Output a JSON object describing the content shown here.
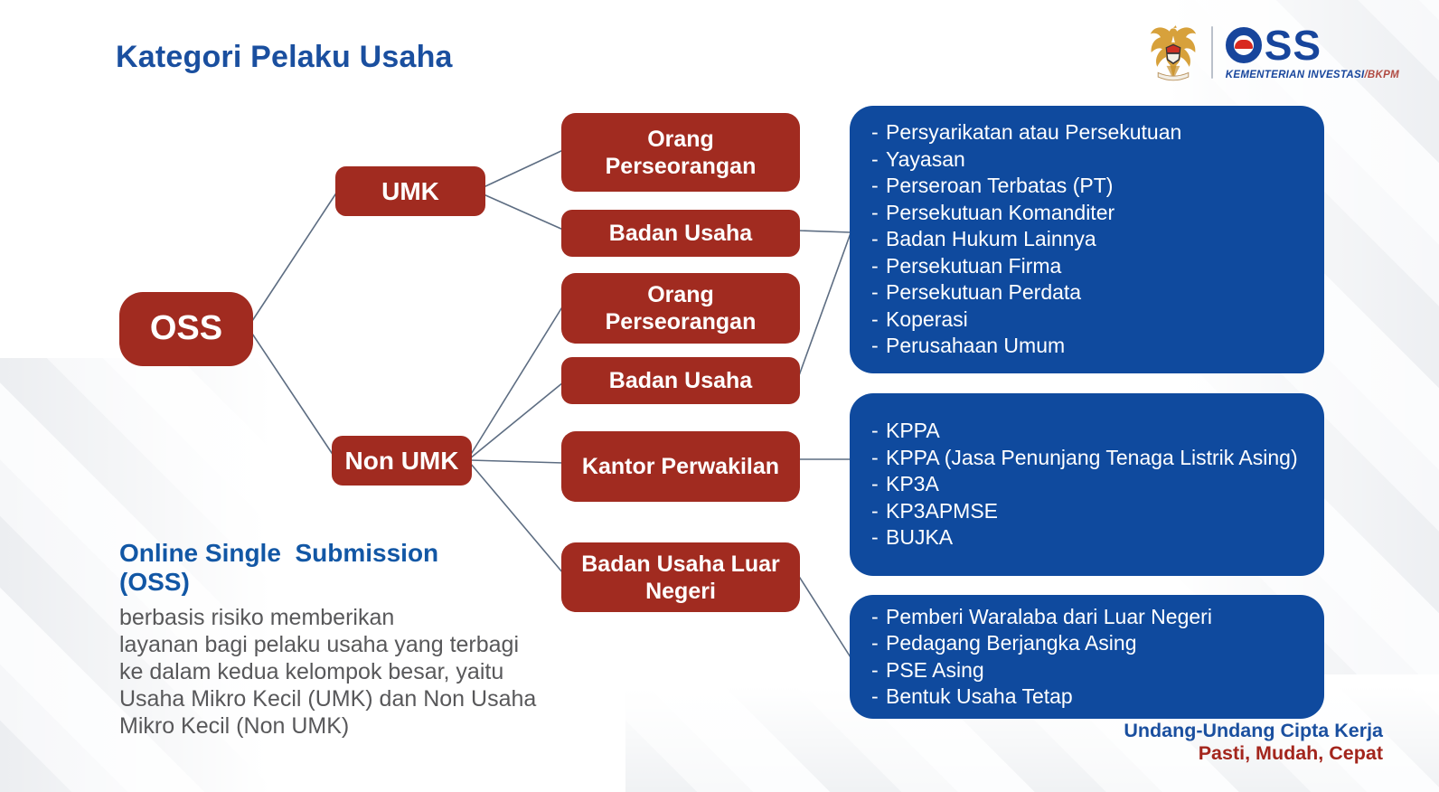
{
  "title": "Kategori Pelaku Usaha",
  "bullet_char": "-",
  "logo": {
    "wordmark": "OSS",
    "wordmark_letters": "SS",
    "ministry": "KEMENTERIAN INVESTASI",
    "ministry_suffix": "/BKPM"
  },
  "diagram": {
    "root_label": "OSS",
    "umk_label": "UMK",
    "non_umk_label": "Non UMK",
    "umk_children": [
      "Orang Perseorangan",
      "Badan Usaha"
    ],
    "non_umk_children": [
      "Orang Perseorangan",
      "Badan Usaha",
      "Kantor Perwakilan",
      "Badan Usaha Luar Negeri"
    ],
    "badan_usaha_types": [
      "Persyarikatan atau Persekutuan",
      "Yayasan",
      "Perseroan Terbatas (PT)",
      "Persekutuan Komanditer",
      "Badan Hukum Lainnya",
      "Persekutuan Firma",
      "Persekutuan Perdata",
      "Koperasi",
      "Perusahaan Umum"
    ],
    "kantor_perwakilan_types": [
      "KPPA",
      "KPPA (Jasa Penunjang Tenaga Listrik Asing)",
      "KP3A",
      "KP3APMSE",
      "BUJKA"
    ],
    "badan_usaha_luar_negeri_types": [
      "Pemberi Waralaba dari Luar Negeri",
      "Pedagang Berjangka Asing",
      "PSE Asing",
      "Bentuk Usaha Tetap"
    ]
  },
  "about": {
    "heading": "Online Single  Submission\n(OSS)",
    "body_lines": [
      "berbasis risiko memberikan",
      "layanan bagi pelaku usaha yang terbagi",
      "ke dalam kedua kelompok besar, yaitu",
      "Usaha Mikro Kecil (UMK) dan Non Usaha",
      "Mikro Kecil (Non UMK)"
    ]
  },
  "footer": {
    "law": "Undang-Undang Cipta Kerja",
    "tagline": "Pasti, Mudah, Cepat"
  },
  "colors": {
    "red": "#a12b20",
    "blue": "#0f4a9e",
    "title_blue": "#1a4f9f",
    "heading_blue": "#1257a5",
    "gray_text": "#58585a",
    "connector": "#5d6d82",
    "footer_red": "#a3251c"
  }
}
